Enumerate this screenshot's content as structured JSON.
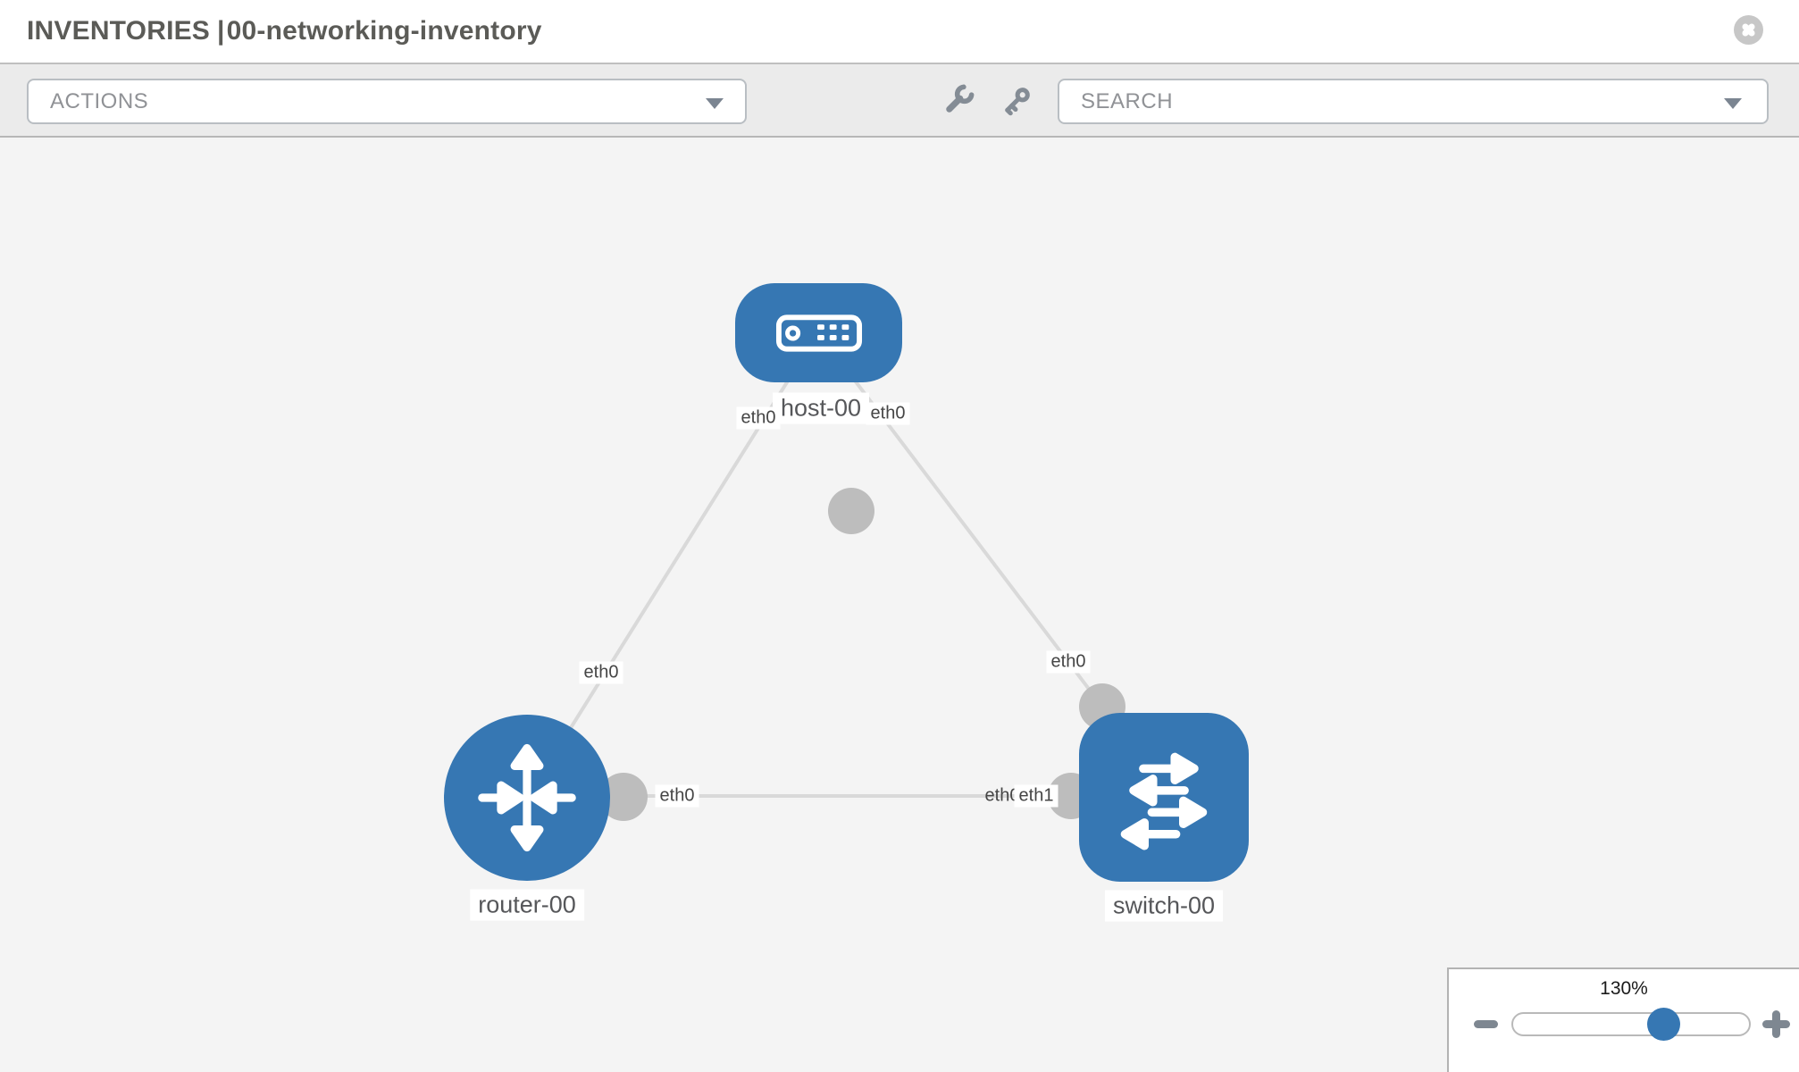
{
  "header": {
    "title": {
      "section": "INVENTORIES",
      "separator": "|",
      "name": "00-networking-inventory"
    }
  },
  "toolbar": {
    "actions": {
      "placeholder": "ACTIONS"
    },
    "search": {
      "placeholder": "SEARCH"
    },
    "icons": [
      {
        "name": "wrench"
      },
      {
        "name": "key"
      }
    ]
  },
  "topology": {
    "nodes": [
      {
        "id": "host-00",
        "type": "host",
        "label": "host-00"
      },
      {
        "id": "router-00",
        "type": "router",
        "label": "router-00"
      },
      {
        "id": "switch-00",
        "type": "switch",
        "label": "switch-00"
      }
    ],
    "links": [
      {
        "from": "router-00",
        "to": "host-00",
        "from_port": "eth0",
        "to_port": "eth0"
      },
      {
        "from": "host-00",
        "to": "switch-00",
        "from_port": "eth0",
        "to_port": "eth0"
      },
      {
        "from": "router-00",
        "to": "switch-00",
        "from_port": "eth0",
        "to_port": "eth1"
      }
    ],
    "port_labels": {
      "host_left": "eth0",
      "host_right": "eth0",
      "router_top": "eth0",
      "switch_top": "eth0",
      "router_right": "eth0",
      "switch_back": "eth0",
      "switch_front": "eth1"
    }
  },
  "zoom_control": {
    "value": "130%",
    "percent": 64
  },
  "colors": {
    "node_blue": "#3677b3",
    "link_gray": "#d9d9d9",
    "connector_gray": "#bdbdbd",
    "canvas": "#f4f4f4",
    "toolbar_bg": "#ebebeb",
    "accent_handle": "#3677b3"
  }
}
